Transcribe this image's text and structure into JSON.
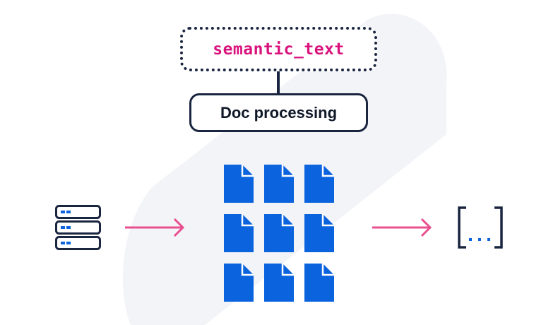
{
  "diagram": {
    "semantic_node": {
      "label": "semantic_text"
    },
    "process_node": {
      "label": "Doc processing"
    },
    "source_icon": "database-icon",
    "document_icon": "document-icon",
    "document_count": 9,
    "output_icon": "bracket-array-icon",
    "colors": {
      "navy": "#1a2540",
      "pink": "#e8508f",
      "magenta_text": "#d9127c",
      "doc_blue": "#0b63de",
      "background_band": "#f3f4f8"
    }
  }
}
